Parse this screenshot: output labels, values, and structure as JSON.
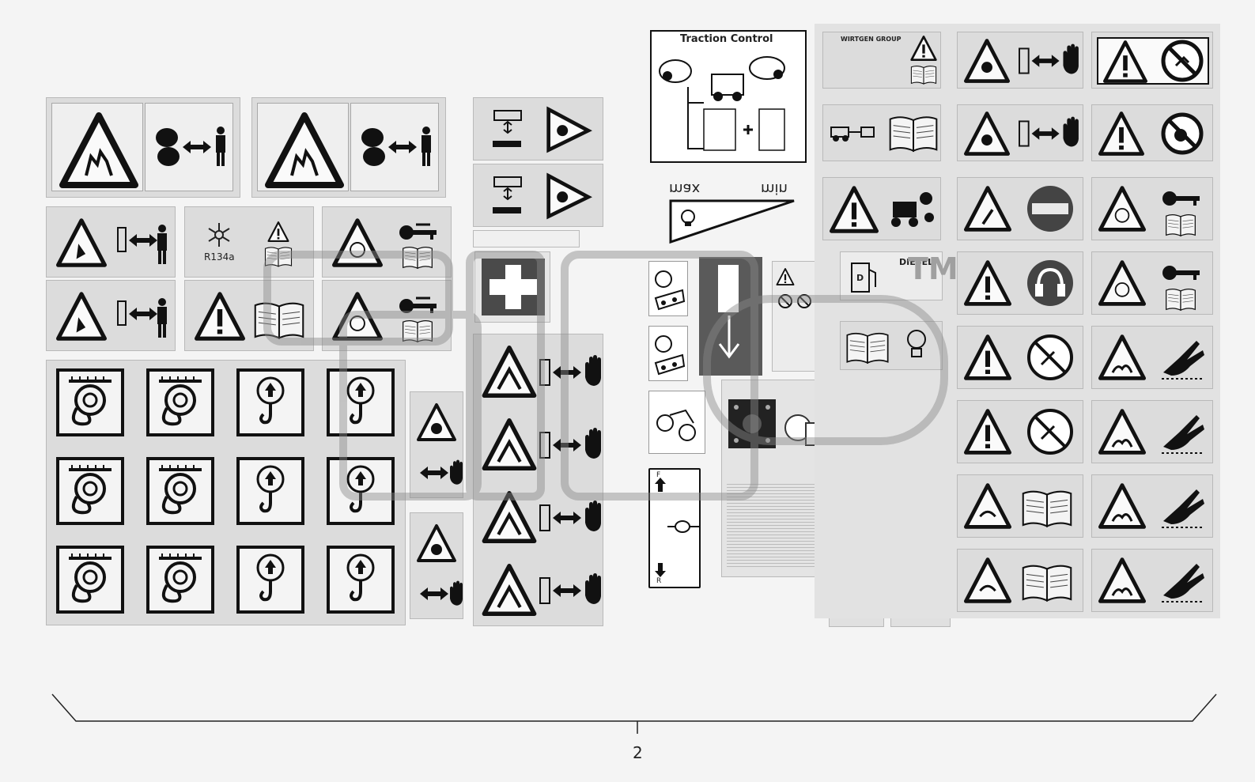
{
  "labels": {
    "traction_control_title": "Traction Control",
    "max": "max",
    "min": "min",
    "r134a": "R134a",
    "wirtgen_group": "WIRTGEN GROUP",
    "diesel": "DIESEL",
    "diesel_d": "D",
    "fuel_f": "F",
    "fuel_r": "R"
  },
  "callout": {
    "number": "2"
  },
  "watermark": {
    "trademark": "TM"
  },
  "colors": {
    "label_bg": "#dcdcdc",
    "icon_dark": "#1a1a1a",
    "watermark": "#8a8a8a"
  }
}
